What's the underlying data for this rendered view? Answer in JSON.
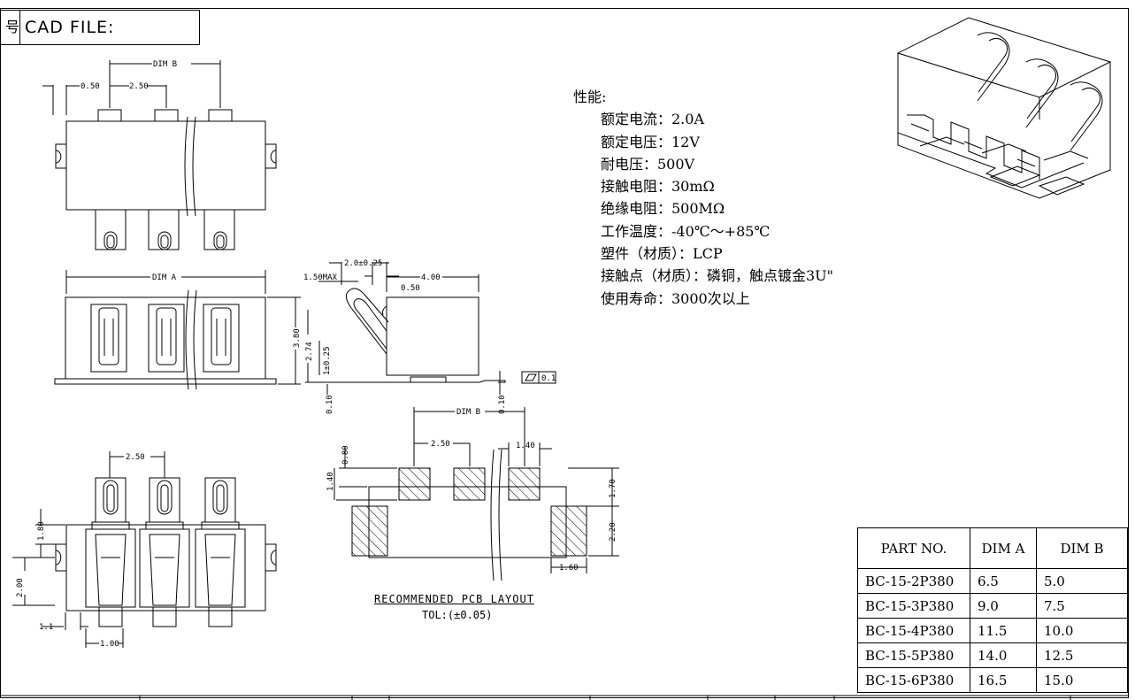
{
  "header": {
    "left_glyph": "号",
    "cad_label": "CAD FILE:"
  },
  "dims": {
    "dim_a": "DIM A",
    "dim_b": "DIM B",
    "d_050": "0.50",
    "d_250": "2.50",
    "d_150max": "1.50MAX",
    "d_20": "2.0±0.25",
    "d_400": "4.00",
    "d_380": "3.80",
    "d_274": "2.74",
    "d_1025": "1±0.25",
    "d_010": "0.10",
    "flat": "0.1",
    "d_080": "0.80",
    "d_140": "1.40",
    "d_170": "1.70",
    "d_220": "2.20",
    "d_160": "1.60",
    "d_180": "1.80",
    "d_200": "2.00",
    "d_11": "1.1",
    "d_100": "1.00"
  },
  "pcb": {
    "title": "RECOMMENDED PCB LAYOUT",
    "tol": "TOL:(±0.05)"
  },
  "specs": {
    "title": "性能:",
    "rows": [
      "额定电流：2.0A",
      "额定电压：12V",
      "耐电压：500V",
      "接触电阻：30mΩ",
      "绝缘电阻：500MΩ",
      "工作温度：-40℃～+85℃",
      "塑件（材质）：LCP",
      "接触点（材质）：磷铜，触点镀金3U\"",
      "使用寿命：3000次以上"
    ]
  },
  "table": {
    "headers": [
      "PART NO.",
      "DIM A",
      "DIM B"
    ],
    "rows": [
      [
        "BC-15-2P380",
        "6.5",
        "5.0"
      ],
      [
        "BC-15-3P380",
        "9.0",
        "7.5"
      ],
      [
        "BC-15-4P380",
        "11.5",
        "10.0"
      ],
      [
        "BC-15-5P380",
        "14.0",
        "12.5"
      ],
      [
        "BC-15-6P380",
        "16.5",
        "15.0"
      ]
    ]
  }
}
